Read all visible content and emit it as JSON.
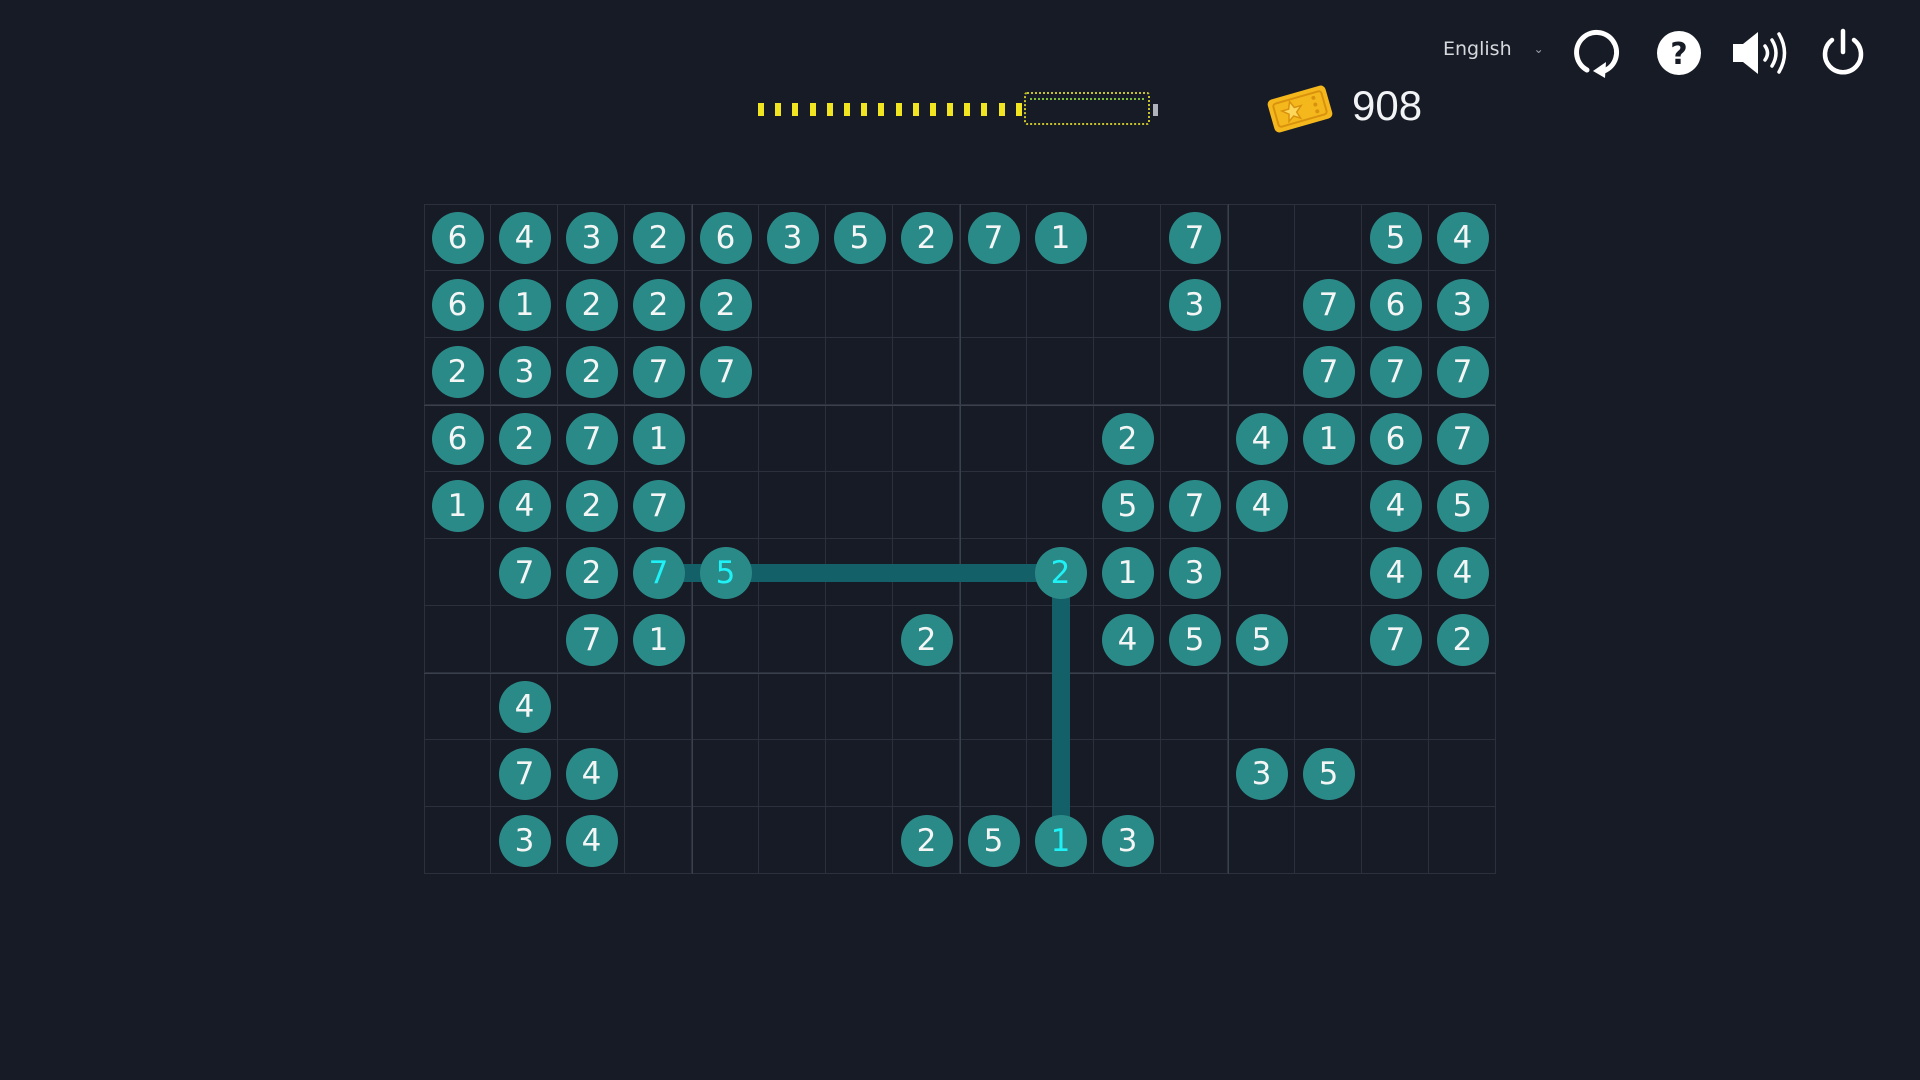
{
  "header": {
    "language": "English",
    "icons": [
      "restart-icon",
      "help-icon",
      "sound-icon",
      "power-icon"
    ],
    "score": "908",
    "score_icon": "ticket-icon",
    "progress_segments": 16
  },
  "colors": {
    "background": "#171b26",
    "tile": "#2a8a88",
    "selected_text": "#1ff2f7",
    "path": "#146068",
    "progress": "#f1e420"
  },
  "board": {
    "columns": 16,
    "rows": [
      [
        "6",
        "4",
        "3",
        "2",
        "6",
        "3",
        "5",
        "2",
        "7",
        "1",
        "",
        "7",
        "",
        "",
        "5",
        "4"
      ],
      [
        "6",
        "1",
        "2",
        "2",
        "2",
        "",
        "",
        "",
        "",
        "",
        "",
        "3",
        "",
        "7",
        "6",
        "3"
      ],
      [
        "2",
        "3",
        "2",
        "7",
        "7",
        "",
        "",
        "",
        "",
        "",
        "",
        "",
        "",
        "7",
        "7",
        "7"
      ],
      [
        "6",
        "2",
        "7",
        "1",
        "",
        "",
        "",
        "",
        "",
        "",
        "2",
        "",
        "4",
        "1",
        "6",
        "7"
      ],
      [
        "1",
        "4",
        "2",
        "7",
        "",
        "",
        "",
        "",
        "",
        "",
        "5",
        "7",
        "4",
        "",
        "4",
        "5"
      ],
      [
        "",
        "7",
        "2",
        "7",
        "5",
        "",
        "",
        "",
        "",
        "2",
        "1",
        "3",
        "",
        "",
        "4",
        "4"
      ],
      [
        "",
        "",
        "7",
        "1",
        "",
        "",
        "",
        "2",
        "",
        "",
        "4",
        "5",
        "5",
        "",
        "7",
        "2"
      ],
      [
        "",
        "4",
        "",
        "",
        "",
        "",
        "",
        "",
        "",
        "",
        "",
        "",
        "",
        "",
        "",
        ""
      ],
      [
        "",
        "7",
        "4",
        "",
        "",
        "",
        "",
        "",
        "",
        "",
        "",
        "",
        "3",
        "5",
        "",
        ""
      ],
      [
        "",
        "3",
        "4",
        "",
        "",
        "",
        "",
        "2",
        "5",
        "1",
        "3",
        "",
        "",
        "",
        "",
        ""
      ]
    ],
    "highlighted": [
      [
        5,
        3
      ],
      [
        5,
        4
      ],
      [
        5,
        9
      ],
      [
        9,
        9
      ]
    ],
    "path": [
      [
        5,
        3
      ],
      [
        5,
        9
      ],
      [
        9,
        9
      ]
    ]
  }
}
